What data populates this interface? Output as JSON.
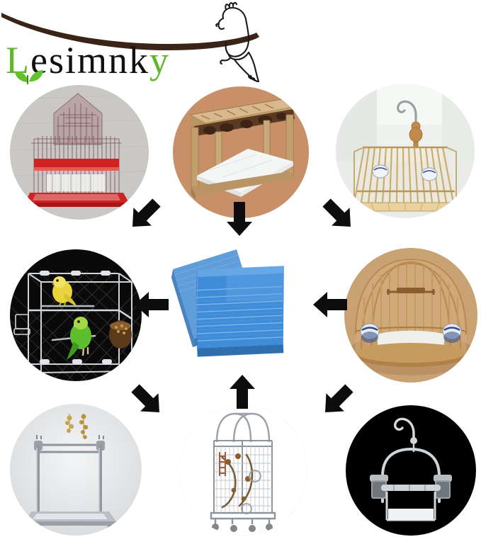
{
  "brand": {
    "name": "Lesimnky",
    "name_part_green_first": "L",
    "name_part_black": "esimnk",
    "name_part_green_last": "y",
    "green_hex": "#5cb82a",
    "branch_hex": "#3a2418",
    "bird_icon": "parrot-outline-icon",
    "leaf_icon": "leaf-icon"
  },
  "product": {
    "name": "blue bird cage liner paper sheets",
    "description": "Stack of disposable blue absorbent cage liner pads",
    "color_hex": "#3f8cd8",
    "background": "#ffffff"
  },
  "arrows": {
    "style": "black-chevron-arrow",
    "color_hex": "#0d0d0d",
    "directions": [
      "up-left",
      "up",
      "up-right",
      "left",
      "right",
      "down-left",
      "down",
      "down-right"
    ]
  },
  "highlight": {
    "ring_color_hex": "#96d132",
    "ring_target": "bottom-center-rolling-aviary-cage"
  },
  "usage_photos": [
    {
      "id": "top-left",
      "name": "peaked-roof-wire-cage",
      "caption": "Red and white peaked-roof wire bird cage",
      "background_hex": "#c9c8c4",
      "accent_hex": "#d62828"
    },
    {
      "id": "top-center",
      "name": "wooden-perch-stand",
      "caption": "Wooden bird perch stand with white liner sheet",
      "background_hex": "#c79069",
      "accent_hex": "#c9a274"
    },
    {
      "id": "top-right",
      "name": "bamboo-hanging-cage",
      "caption": "Bamboo hanging bird cage with gourd hook finial",
      "background_hex": "#eef1ee",
      "accent_hex": "#e2cda0"
    },
    {
      "id": "middle-left",
      "name": "acrylic-cage-with-budgies",
      "caption": "Clear acrylic cage with yellow and green budgies",
      "background_hex": "#0a0a0a",
      "accent_hex": "#e8d43c"
    },
    {
      "id": "middle-right",
      "name": "round-bamboo-cage",
      "caption": "Round bamboo cage with white liner pad",
      "background_hex": "#c9a274",
      "accent_hex": "#b98a50"
    },
    {
      "id": "bottom-left",
      "name": "stainless-play-stand",
      "caption": "Stainless steel bird play stand with toys",
      "background_hex": "#e3e4e6",
      "accent_hex": "#9aa0a6"
    },
    {
      "id": "bottom-center",
      "name": "rolling-aviary-cage",
      "caption": "Tall rolling aviary cage on casters",
      "background_hex": "#ffffff",
      "accent_hex": "#8d949b",
      "highlighted": true
    },
    {
      "id": "bottom-right",
      "name": "hanging-bird-swing-perch",
      "caption": "Stainless steel hanging swing perch with feeder cups",
      "background_hex": "#000000",
      "accent_hex": "#cfd4d8"
    }
  ]
}
